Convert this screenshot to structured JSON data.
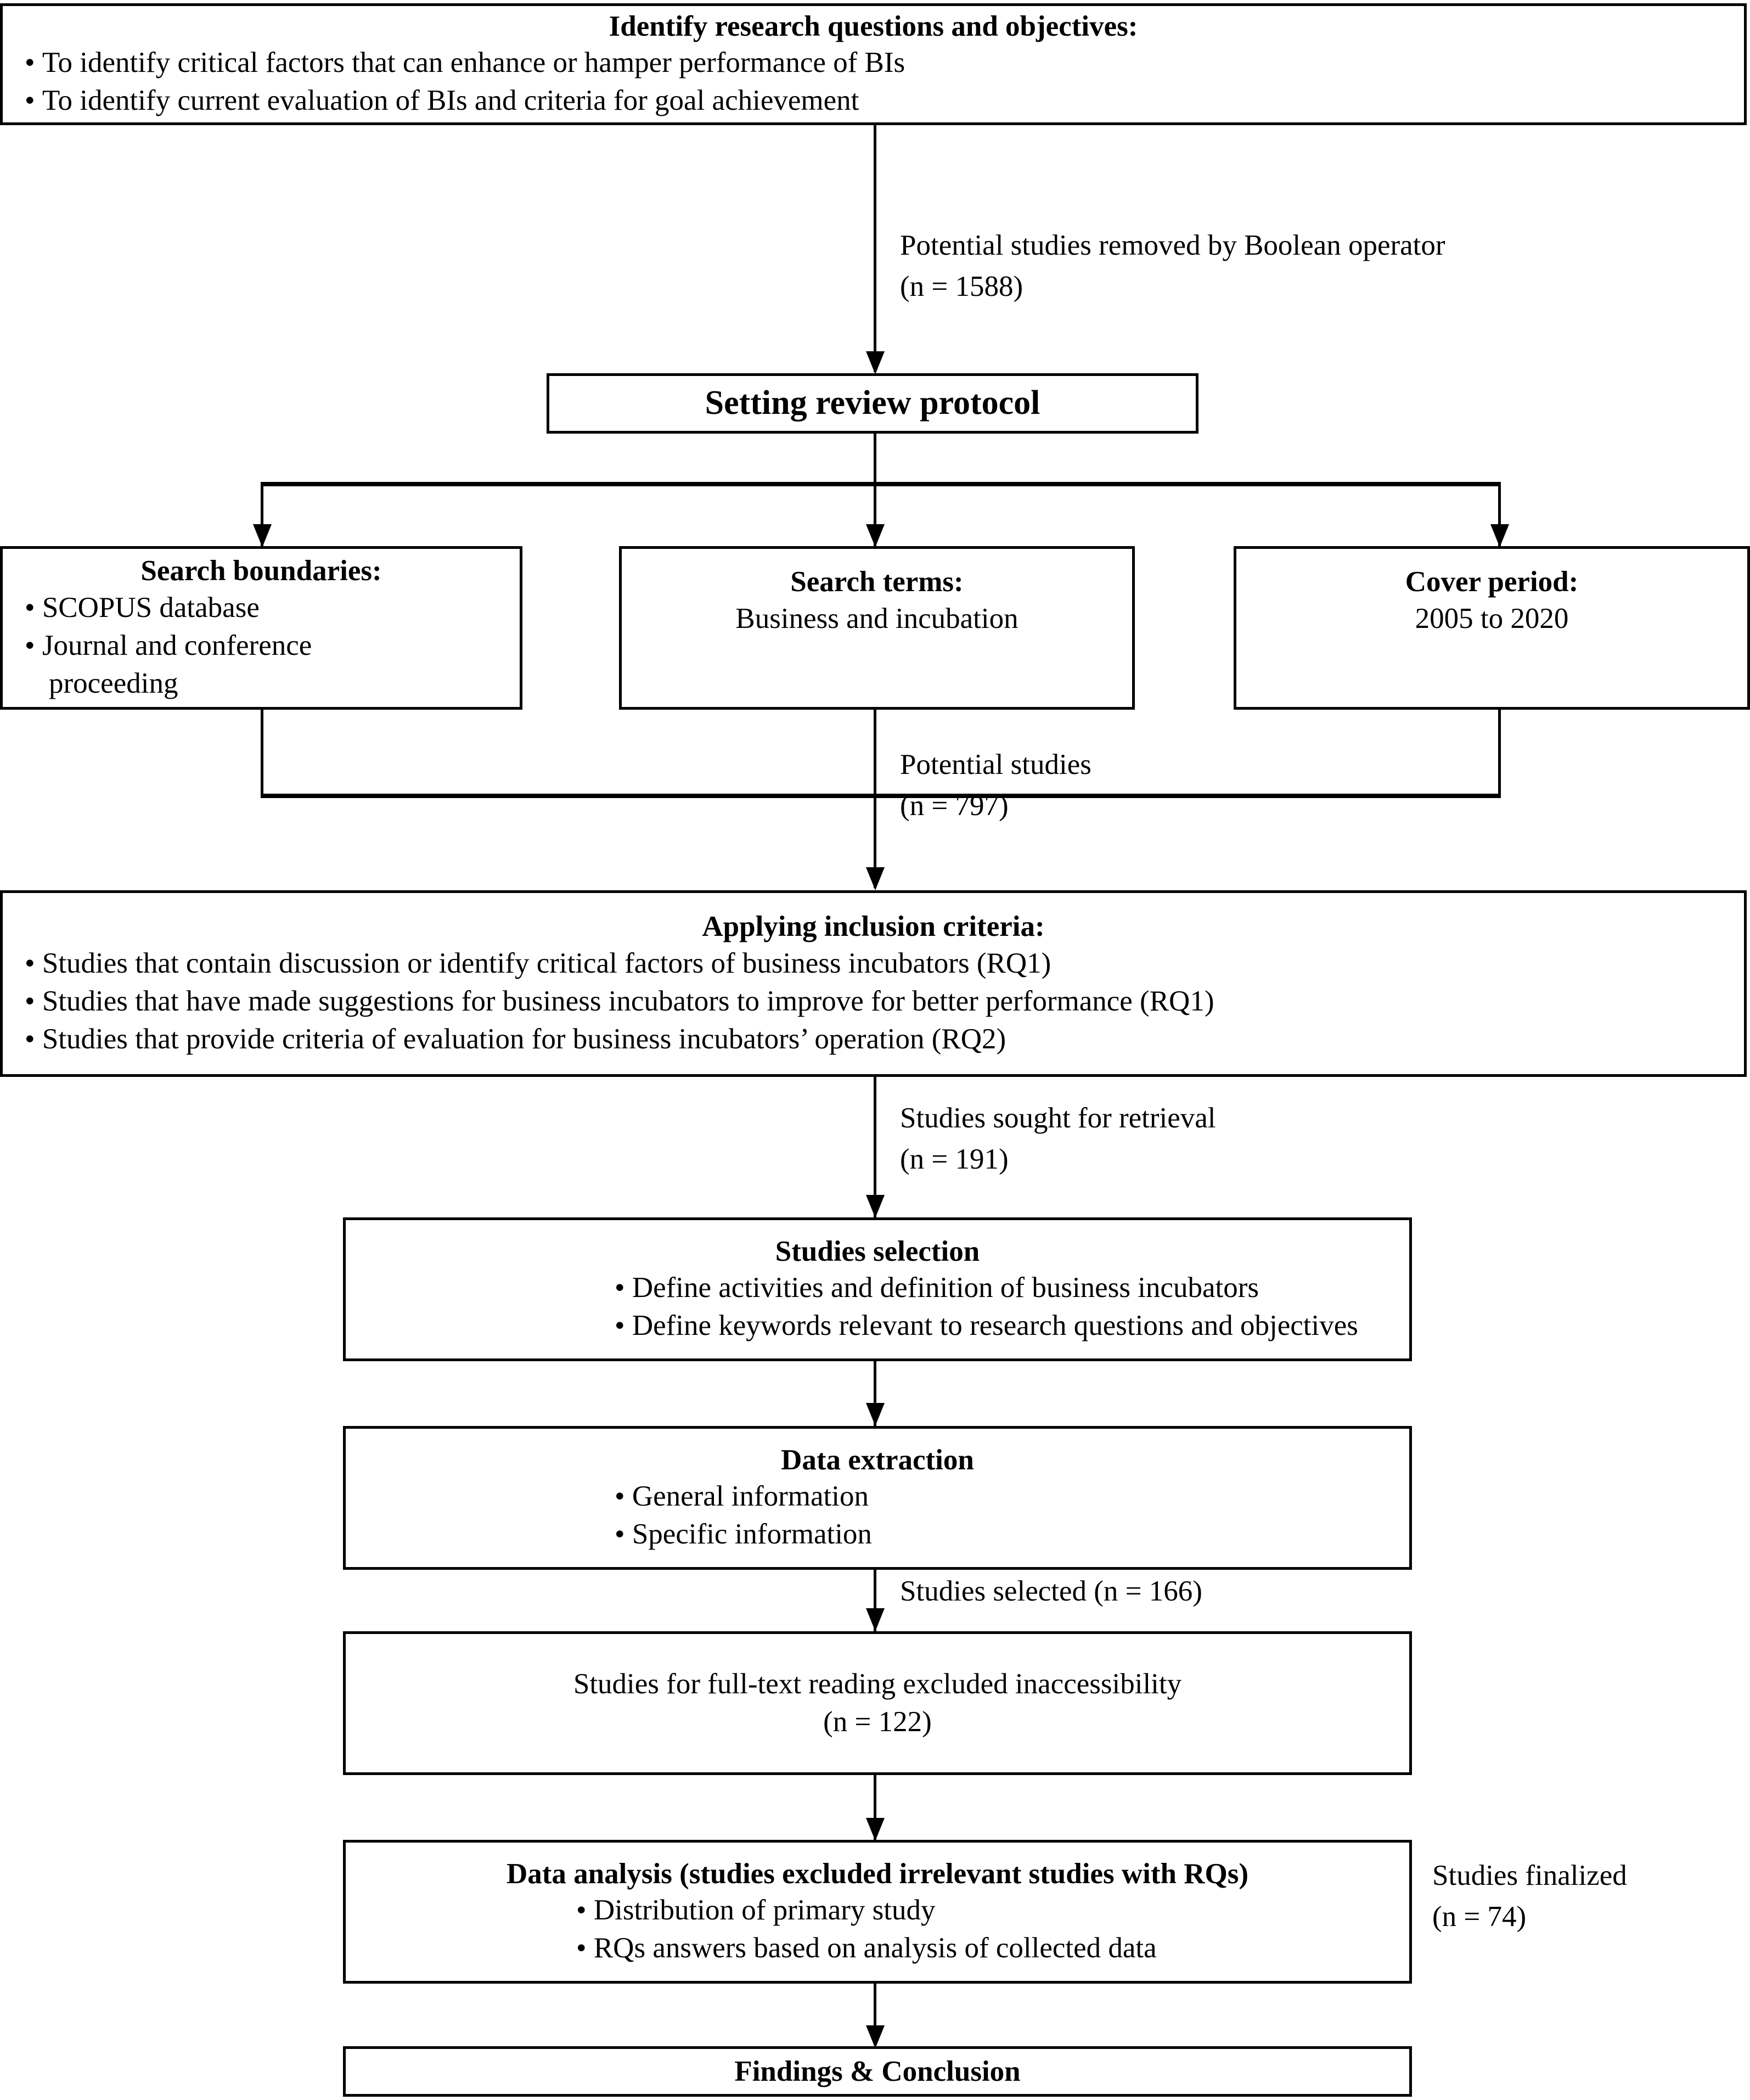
{
  "diagram": {
    "title": "Systematic literature review flow diagram",
    "accent_color": "#000000",
    "background_color": "#ffffff"
  },
  "nodes": {
    "objectives": {
      "title": "Identify research questions and objectives:",
      "bullets": [
        "To identify critical factors that can enhance or hamper performance of BIs",
        "To identify current evaluation of BIs and criteria for goal achievement"
      ]
    },
    "protocol": {
      "title": "Setting review protocol"
    },
    "search_boundaries": {
      "title": "Search boundaries:",
      "bullets": [
        "SCOPUS database",
        "Journal and conference"
      ],
      "bullet_continuation": "proceeding"
    },
    "search_terms": {
      "title": "Search terms:",
      "body": "Business and incubation"
    },
    "cover_period": {
      "title": "Cover period:",
      "body": "2005 to 2020"
    },
    "inclusion": {
      "title": "Applying inclusion criteria:",
      "bullets": [
        "Studies that contain discussion or identify critical factors of business incubators (RQ1)",
        "Studies that have made suggestions for business incubators to improve for better performance (RQ1)",
        "Studies that provide criteria of evaluation for business incubators’ operation (RQ2)"
      ]
    },
    "studies_selection": {
      "title": "Studies selection",
      "bullets": [
        "Define activities and definition of business incubators",
        "Define keywords relevant to research questions and objectives"
      ]
    },
    "data_extraction": {
      "title": "Data extraction",
      "bullets": [
        "General information",
        "Specific information"
      ]
    },
    "full_text": {
      "line1": "Studies for full-text reading excluded inaccessibility",
      "line2": "(n = 122)"
    },
    "data_analysis": {
      "title": "Data analysis (studies excluded irrelevant studies with RQs)",
      "bullets": [
        "Distribution of primary study",
        "RQs answers based on analysis of collected data"
      ]
    },
    "findings": {
      "title": "Findings & Conclusion"
    }
  },
  "edge_labels": {
    "boolean_removed": "Potential studies removed by Boolean operator\n(n = 1588)",
    "potential_studies": "Potential studies\n(n = 797)",
    "sought_retrieval": "Studies sought for retrieval\n(n = 191)",
    "studies_selected": "Studies selected (n = 166)",
    "studies_finalized": "Studies finalized\n(n = 74)"
  }
}
